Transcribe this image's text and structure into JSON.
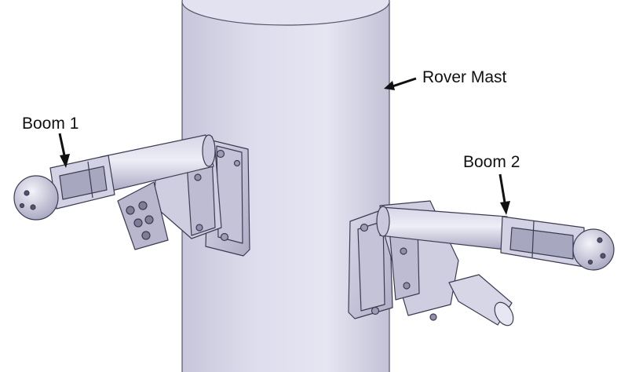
{
  "labels": {
    "rover_mast": "Rover Mast",
    "boom_1": "Boom 1",
    "boom_2": "Boom 2"
  },
  "colors": {
    "background": "#ffffff",
    "metal_light": "#e4e3f1",
    "metal_mid": "#c9c8dc",
    "metal_dark": "#8f8ea9",
    "outline": "#3c3b52",
    "arrow": "#111111"
  }
}
